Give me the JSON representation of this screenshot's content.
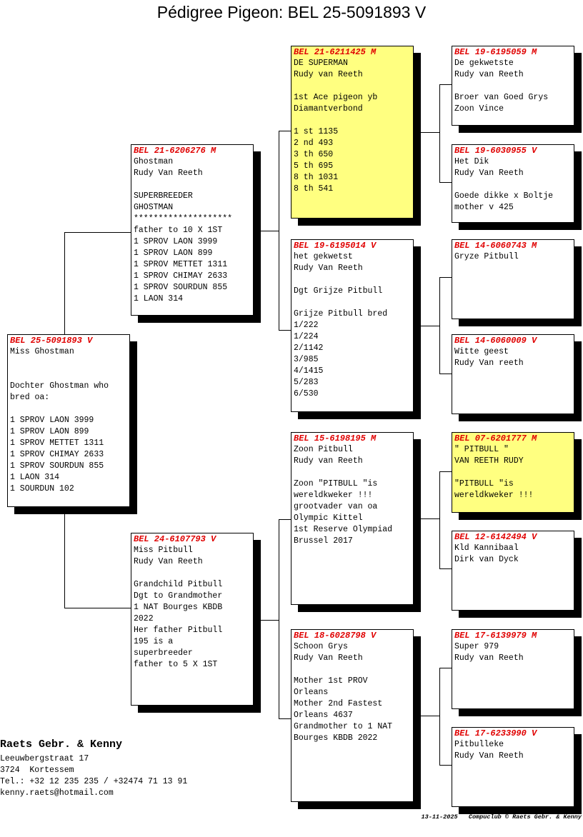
{
  "title": "Pédigree Pigeon: BEL 25-5091893 V",
  "boxes": [
    {
      "id": "subject",
      "ring": "BEL 25-5091893 V",
      "lines": [
        "Miss Ghostman",
        "",
        "",
        "Dochter Ghostman who",
        "bred oa:",
        "",
        "1 SPROV LAON 3999",
        "1 SPROV LAON 899",
        "1 SPROV METTET 1311",
        "1 SPROV CHIMAY 2633",
        "1 SPROV SOURDUN 855",
        "1 LAON 314",
        "1 SOURDUN 102"
      ]
    },
    {
      "id": "father",
      "ring": "BEL 21-6206276 M",
      "lines": [
        "Ghostman",
        "Rudy Van Reeth",
        "",
        "SUPERBREEDER",
        "GHOSTMAN",
        "********************",
        "father to 10 X 1ST",
        "1 SPROV LAON 3999",
        "1 SPROV LAON 899",
        "1 SPROV METTET 1311",
        "1 SPROV CHIMAY 2633",
        "1 SPROV SOURDUN 855",
        "1 LAON 314"
      ]
    },
    {
      "id": "mother",
      "ring": "BEL 24-6107793 V",
      "lines": [
        "Miss Pitbull",
        "Rudy Van Reeth",
        "",
        "Grandchild Pitbull",
        "Dgt to Grandmother",
        "1 NAT Bourges KBDB",
        "2022",
        "Her father Pitbull",
        "195 is a",
        "superbreeder",
        "father to 5 X 1ST"
      ]
    },
    {
      "id": "ff",
      "ring": "BEL 21-6211425 M",
      "highlight": true,
      "lines": [
        "DE SUPERMAN",
        "Rudy van Reeth",
        "",
        "1st Ace pigeon yb",
        "Diamantverbond",
        "",
        "1 st 1135",
        "2 nd 493",
        "3 th 650",
        "5 th 695",
        "8 th 1031",
        "8 th 541"
      ]
    },
    {
      "id": "fm",
      "ring": "BEL 19-6195014 V",
      "lines": [
        "het gekwetst",
        "Rudy Van Reeth",
        "",
        "Dgt Grijze Pitbull",
        "",
        "Grijze Pitbull bred",
        "1/222",
        "1/224",
        "2/1142",
        "3/985",
        "4/1415",
        "5/283",
        "6/530"
      ]
    },
    {
      "id": "mf",
      "ring": "BEL 15-6198195 M",
      "lines": [
        "Zoon Pitbull",
        "Rudy van Reeth",
        "",
        "Zoon \"PITBULL \"is",
        "wereldkweker !!!",
        "grootvader van oa",
        "Olympic Kittel",
        "1st Reserve Olympiad",
        "Brussel 2017"
      ]
    },
    {
      "id": "mm",
      "ring": "BEL 18-6028798 V",
      "lines": [
        "Schoon Grys",
        "Rudy Van Reeth",
        "",
        "Mother 1st PROV",
        "Orleans",
        "Mother 2nd Fastest",
        "Orleans 4637",
        "Grandmother to 1 NAT",
        "Bourges KBDB 2022"
      ]
    },
    {
      "id": "fff",
      "ring": "BEL 19-6195059 M",
      "lines": [
        "De gekwetste",
        "Rudy van Reeth",
        "",
        "Broer van Goed Grys",
        "Zoon Vince"
      ]
    },
    {
      "id": "ffm",
      "ring": "BEL 19-6030955 V",
      "lines": [
        "Het Dik",
        "Rudy Van Reeth",
        "",
        "Goede dikke x Boltje",
        "mother v 425"
      ]
    },
    {
      "id": "fmf",
      "ring": "BEL 14-6060743 M",
      "lines": [
        "Gryze Pitbull"
      ]
    },
    {
      "id": "fmm",
      "ring": "BEL 14-6060009 V",
      "lines": [
        "Witte geest",
        "Rudy Van reeth"
      ]
    },
    {
      "id": "mff",
      "ring": "BEL 07-6201777 M",
      "highlight": true,
      "lines": [
        "\" PITBULL \"",
        "VAN REETH RUDY",
        "",
        "\"PITBULL \"is",
        "wereldkweker !!!"
      ]
    },
    {
      "id": "mfm",
      "ring": "BEL 12-6142494 V",
      "lines": [
        "Kld Kannibaal",
        "Dirk van Dyck"
      ]
    },
    {
      "id": "mmf",
      "ring": "BEL 17-6139979 M",
      "lines": [
        "Super 979",
        "Rudy van Reeth"
      ]
    },
    {
      "id": "mmm",
      "ring": "BEL 17-6233990 V",
      "lines": [
        "Pitbulleke",
        "Rudy Van Reeth"
      ]
    }
  ],
  "breeder": {
    "name": "Raets Gebr. & Kenny",
    "street": "Leeuwbergstraat 17",
    "city": "3724  Kortessem",
    "phone": "Tel.: +32 12 235 235 / +32474 71 13 91",
    "email": "kenny.raets@hotmail.com"
  },
  "footer": {
    "date": "13-11-2025",
    "credit": "Compuclub © Raets Gebr. & Kenny"
  }
}
